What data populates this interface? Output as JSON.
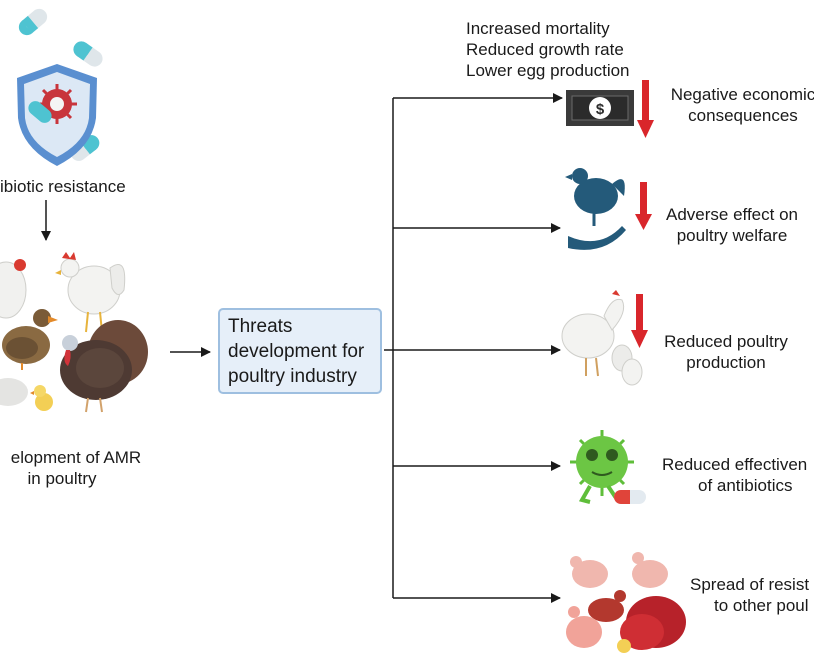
{
  "left": {
    "resistance_label": "ibiotic resistance",
    "amr_label_line1": "elopment of AMR",
    "amr_label_line2": "in poultry"
  },
  "center_box": {
    "line1": "Threats",
    "line2": "development for",
    "line3": "poultry industry"
  },
  "top_effects": {
    "line1": "Increased mortality",
    "line2": "Reduced growth rate",
    "line3": "Lower egg production"
  },
  "outcomes": [
    {
      "line1": "Negative economic",
      "line2": "consequences",
      "icon": "money-icon"
    },
    {
      "line1": "Adverse effect on",
      "line2": "poultry welfare",
      "icon": "hen-in-hand-icon"
    },
    {
      "line1": "Reduced poultry",
      "line2": "production",
      "icon": "hen-with-eggs-icon"
    },
    {
      "line1": "Reduced effectiven",
      "line2": "of antibiotics",
      "icon": "bacteria-icon"
    },
    {
      "line1": "Spread of resist",
      "line2": "to other poul",
      "icon": "infected-poultry-icon"
    }
  ],
  "colors": {
    "box_fill": "#e6eff9",
    "box_border": "#9ebfe0",
    "down_arrow": "#d9262b",
    "connector": "#1a1a1a",
    "capsule": "#4ec3d1",
    "shield": "#5a8fd0"
  }
}
